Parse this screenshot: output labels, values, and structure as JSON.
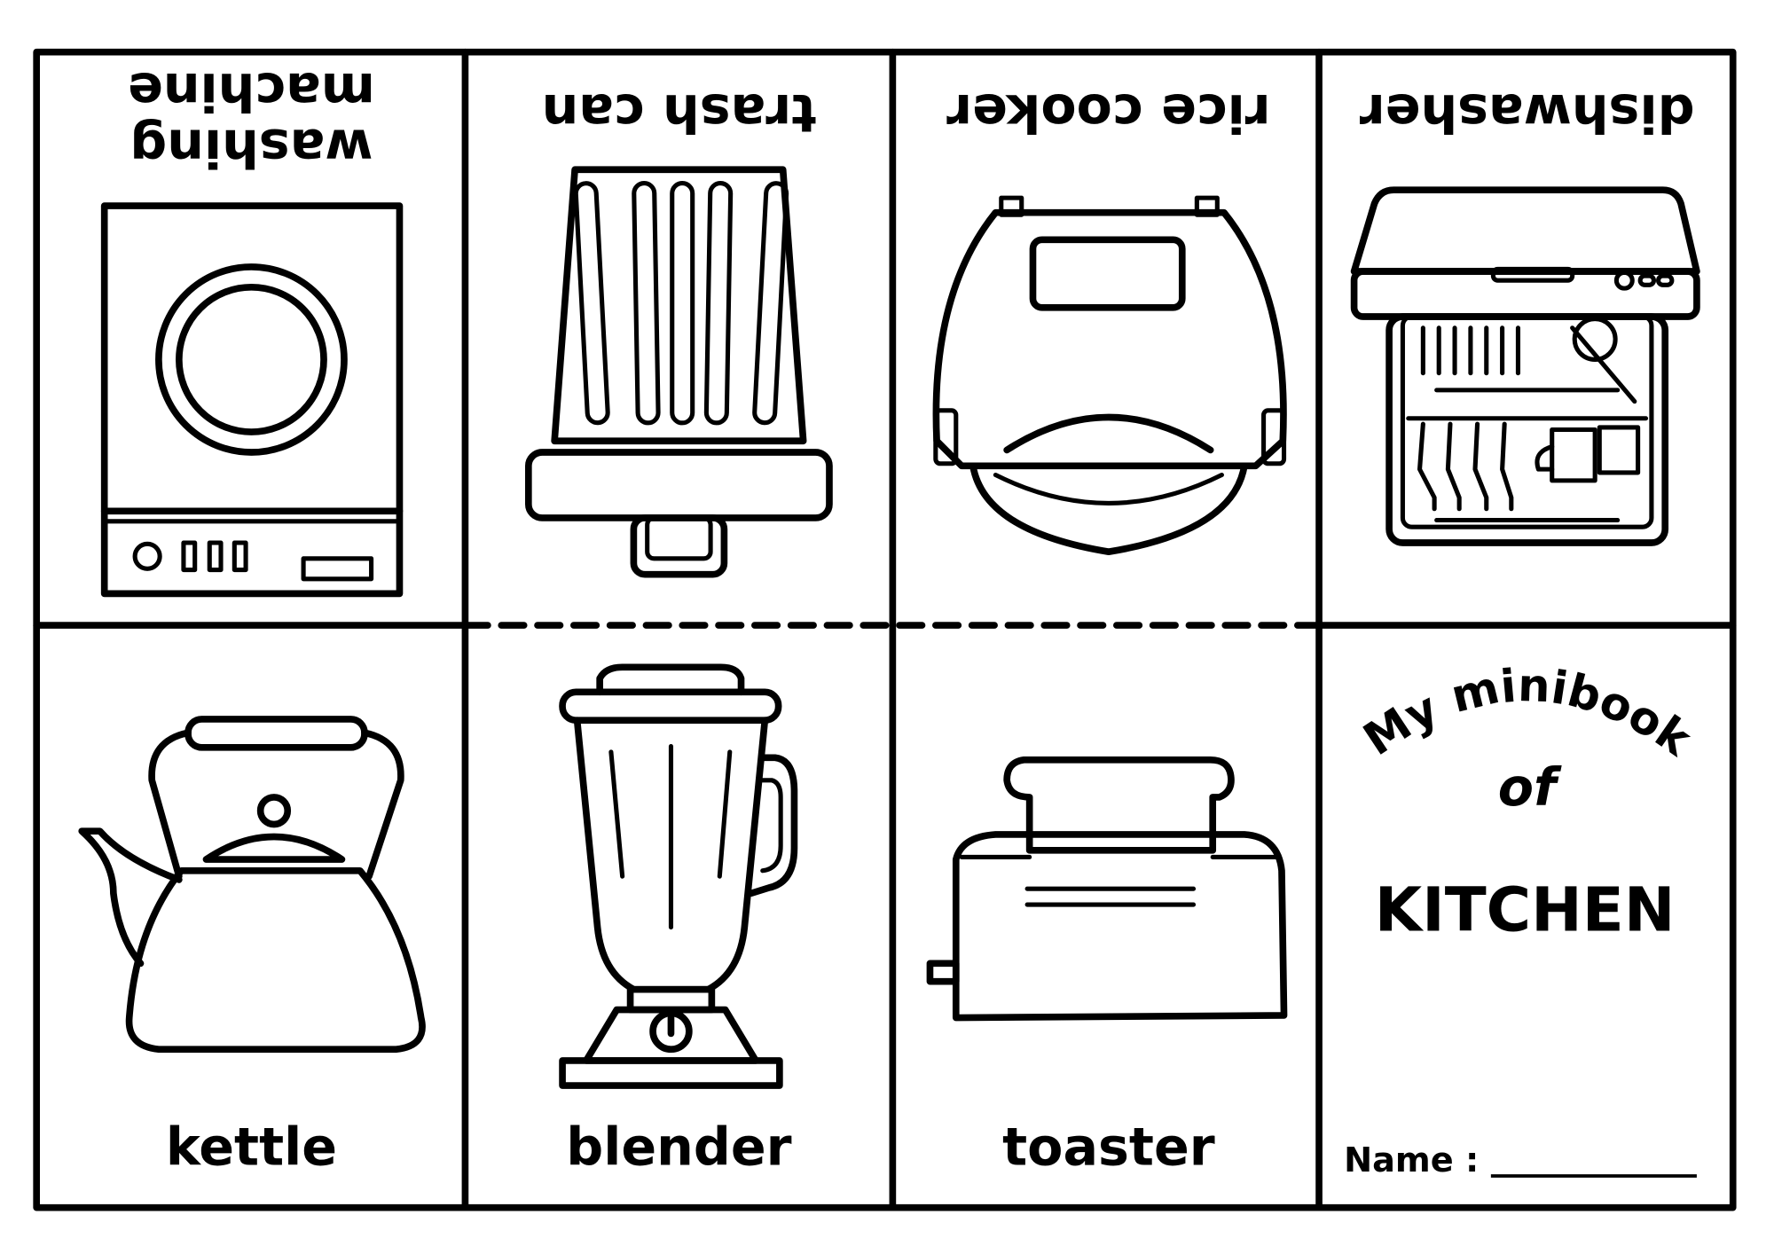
{
  "worksheet": {
    "top_row": {
      "washing_machine_line1": "washing",
      "washing_machine_line2": "machine",
      "trash_can": "trash can",
      "rice_cooker": "rice cooker",
      "dishwasher": "dishwasher"
    },
    "bottom_row": {
      "kettle": "kettle",
      "blender": "blender",
      "toaster": "toaster"
    },
    "cover": {
      "line1": "My minibook",
      "line2": "of",
      "line3": "KITCHEN",
      "name_label": "Name :"
    },
    "colors": {
      "ink": "#000000",
      "paper": "#ffffff"
    }
  }
}
